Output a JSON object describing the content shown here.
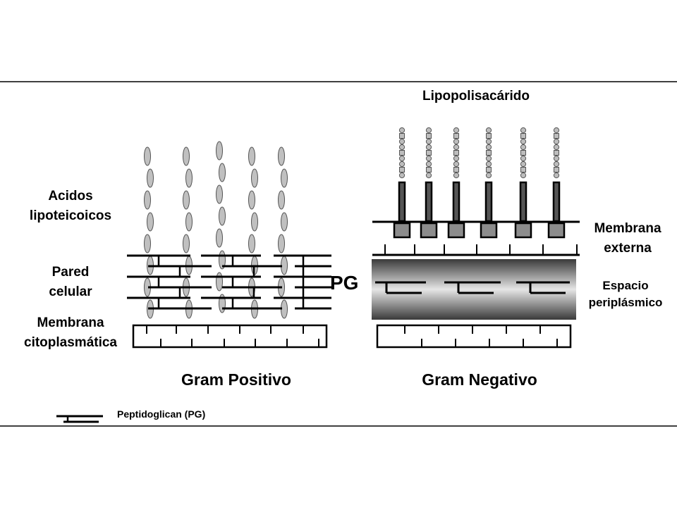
{
  "labels": {
    "lipopolysaccharide": "Lipopolisacárido",
    "lipoteichoic_line1": "Acidos",
    "lipoteichoic_line2": "lipoteicoicos",
    "cell_wall_line1": "Pared",
    "cell_wall_line2": "celular",
    "cytoplasmic_line1": "Membrana",
    "cytoplasmic_line2": "citoplasmática",
    "pg": "PG",
    "outer_membrane_line1": "Membrana",
    "outer_membrane_line2": "externa",
    "periplasmic_line1": "Espacio",
    "periplasmic_line2": "periplásmico",
    "gram_positive": "Gram Positivo",
    "gram_negative": "Gram Negativo",
    "legend": "Peptidoglican (PG)"
  },
  "colors": {
    "background": "#ffffff",
    "ink": "#000000",
    "acid_fill": "#c0c0c0",
    "lps_square_fill": "#8c8c8c",
    "periplasm_dark": "#3a3a3a",
    "periplasm_light": "#e6e6e6"
  }
}
